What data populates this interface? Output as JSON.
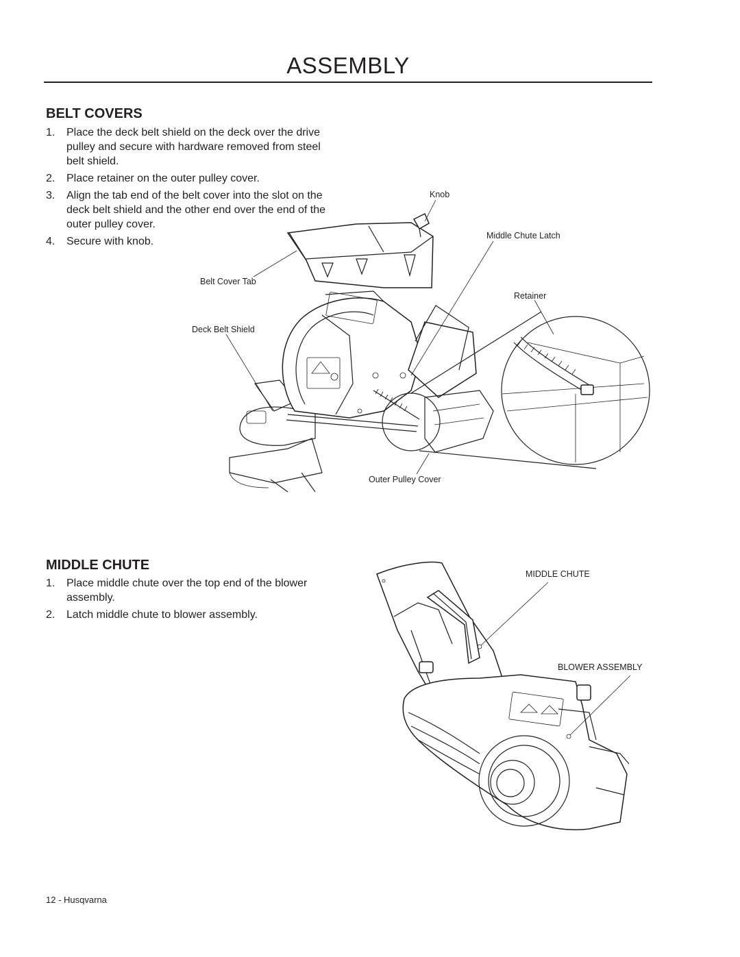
{
  "page": {
    "title": "ASSEMBLY",
    "footer": "12 - Husqvarna"
  },
  "belt_covers": {
    "heading": "BELT COVERS",
    "steps": [
      {
        "num": "1.",
        "text": "Place the deck belt shield on the deck over the drive pulley and secure with hardware removed from steel belt shield."
      },
      {
        "num": "2.",
        "text": "Place retainer on the outer pulley cover."
      },
      {
        "num": "3.",
        "text": "Align the tab end of the belt cover into the slot on the deck belt shield and the other end over the end of the outer pulley cover."
      },
      {
        "num": "4.",
        "text": "Secure with knob."
      }
    ],
    "figure_labels": {
      "knob": "Knob",
      "middle_chute_latch": "Middle Chute Latch",
      "belt_cover_tab": "Belt Cover Tab",
      "retainer": "Retainer",
      "deck_belt_shield": "Deck Belt Shield",
      "outer_pulley_cover": "Outer Pulley Cover"
    }
  },
  "middle_chute": {
    "heading": "MIDDLE CHUTE",
    "steps": [
      {
        "num": "1.",
        "text": "Place middle chute over the top end of the blower assembly."
      },
      {
        "num": "2.",
        "text": "Latch middle chute to blower assembly."
      }
    ],
    "figure_labels": {
      "middle_chute": "MIDDLE CHUTE",
      "blower_assembly": "BLOWER ASSEMBLY"
    }
  }
}
